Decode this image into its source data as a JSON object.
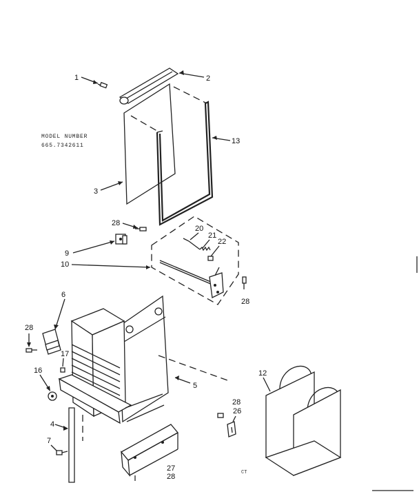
{
  "model_label": "MODEL NUMBER",
  "model_number": "665.7342611",
  "footer_code": "CT",
  "callouts": {
    "c1": "1",
    "c2": "2",
    "c3": "3",
    "c5": "5",
    "c6": "6",
    "c7": "7",
    "c9": "9",
    "c10": "10",
    "c12": "12",
    "c13": "13",
    "c16": "16",
    "c17": "17",
    "c20": "20",
    "c21": "21",
    "c22": "22",
    "c26": "26",
    "c27": "27",
    "c28a": "28",
    "c28b": "28",
    "c28c": "28",
    "c28d": "28",
    "c28e": "28"
  },
  "parts": [
    {
      "no": "1",
      "kind": "screw"
    },
    {
      "no": "2",
      "kind": "top-cap-rail"
    },
    {
      "no": "3",
      "kind": "panel"
    },
    {
      "no": "5",
      "kind": "cabinet-body"
    },
    {
      "no": "6",
      "kind": "bracket"
    },
    {
      "no": "7",
      "kind": "screw"
    },
    {
      "no": "9",
      "kind": "bracket"
    },
    {
      "no": "10",
      "kind": "rod-assembly"
    },
    {
      "no": "12",
      "kind": "parts-bag"
    },
    {
      "no": "13",
      "kind": "frame-channel"
    },
    {
      "no": "16",
      "kind": "nut"
    },
    {
      "no": "17",
      "kind": "screw"
    },
    {
      "no": "20",
      "kind": "link"
    },
    {
      "no": "21",
      "kind": "spring"
    },
    {
      "no": "22",
      "kind": "nut"
    },
    {
      "no": "26",
      "kind": "clip"
    },
    {
      "no": "27",
      "kind": "rail-channel"
    },
    {
      "no": "28",
      "kind": "screw"
    }
  ]
}
